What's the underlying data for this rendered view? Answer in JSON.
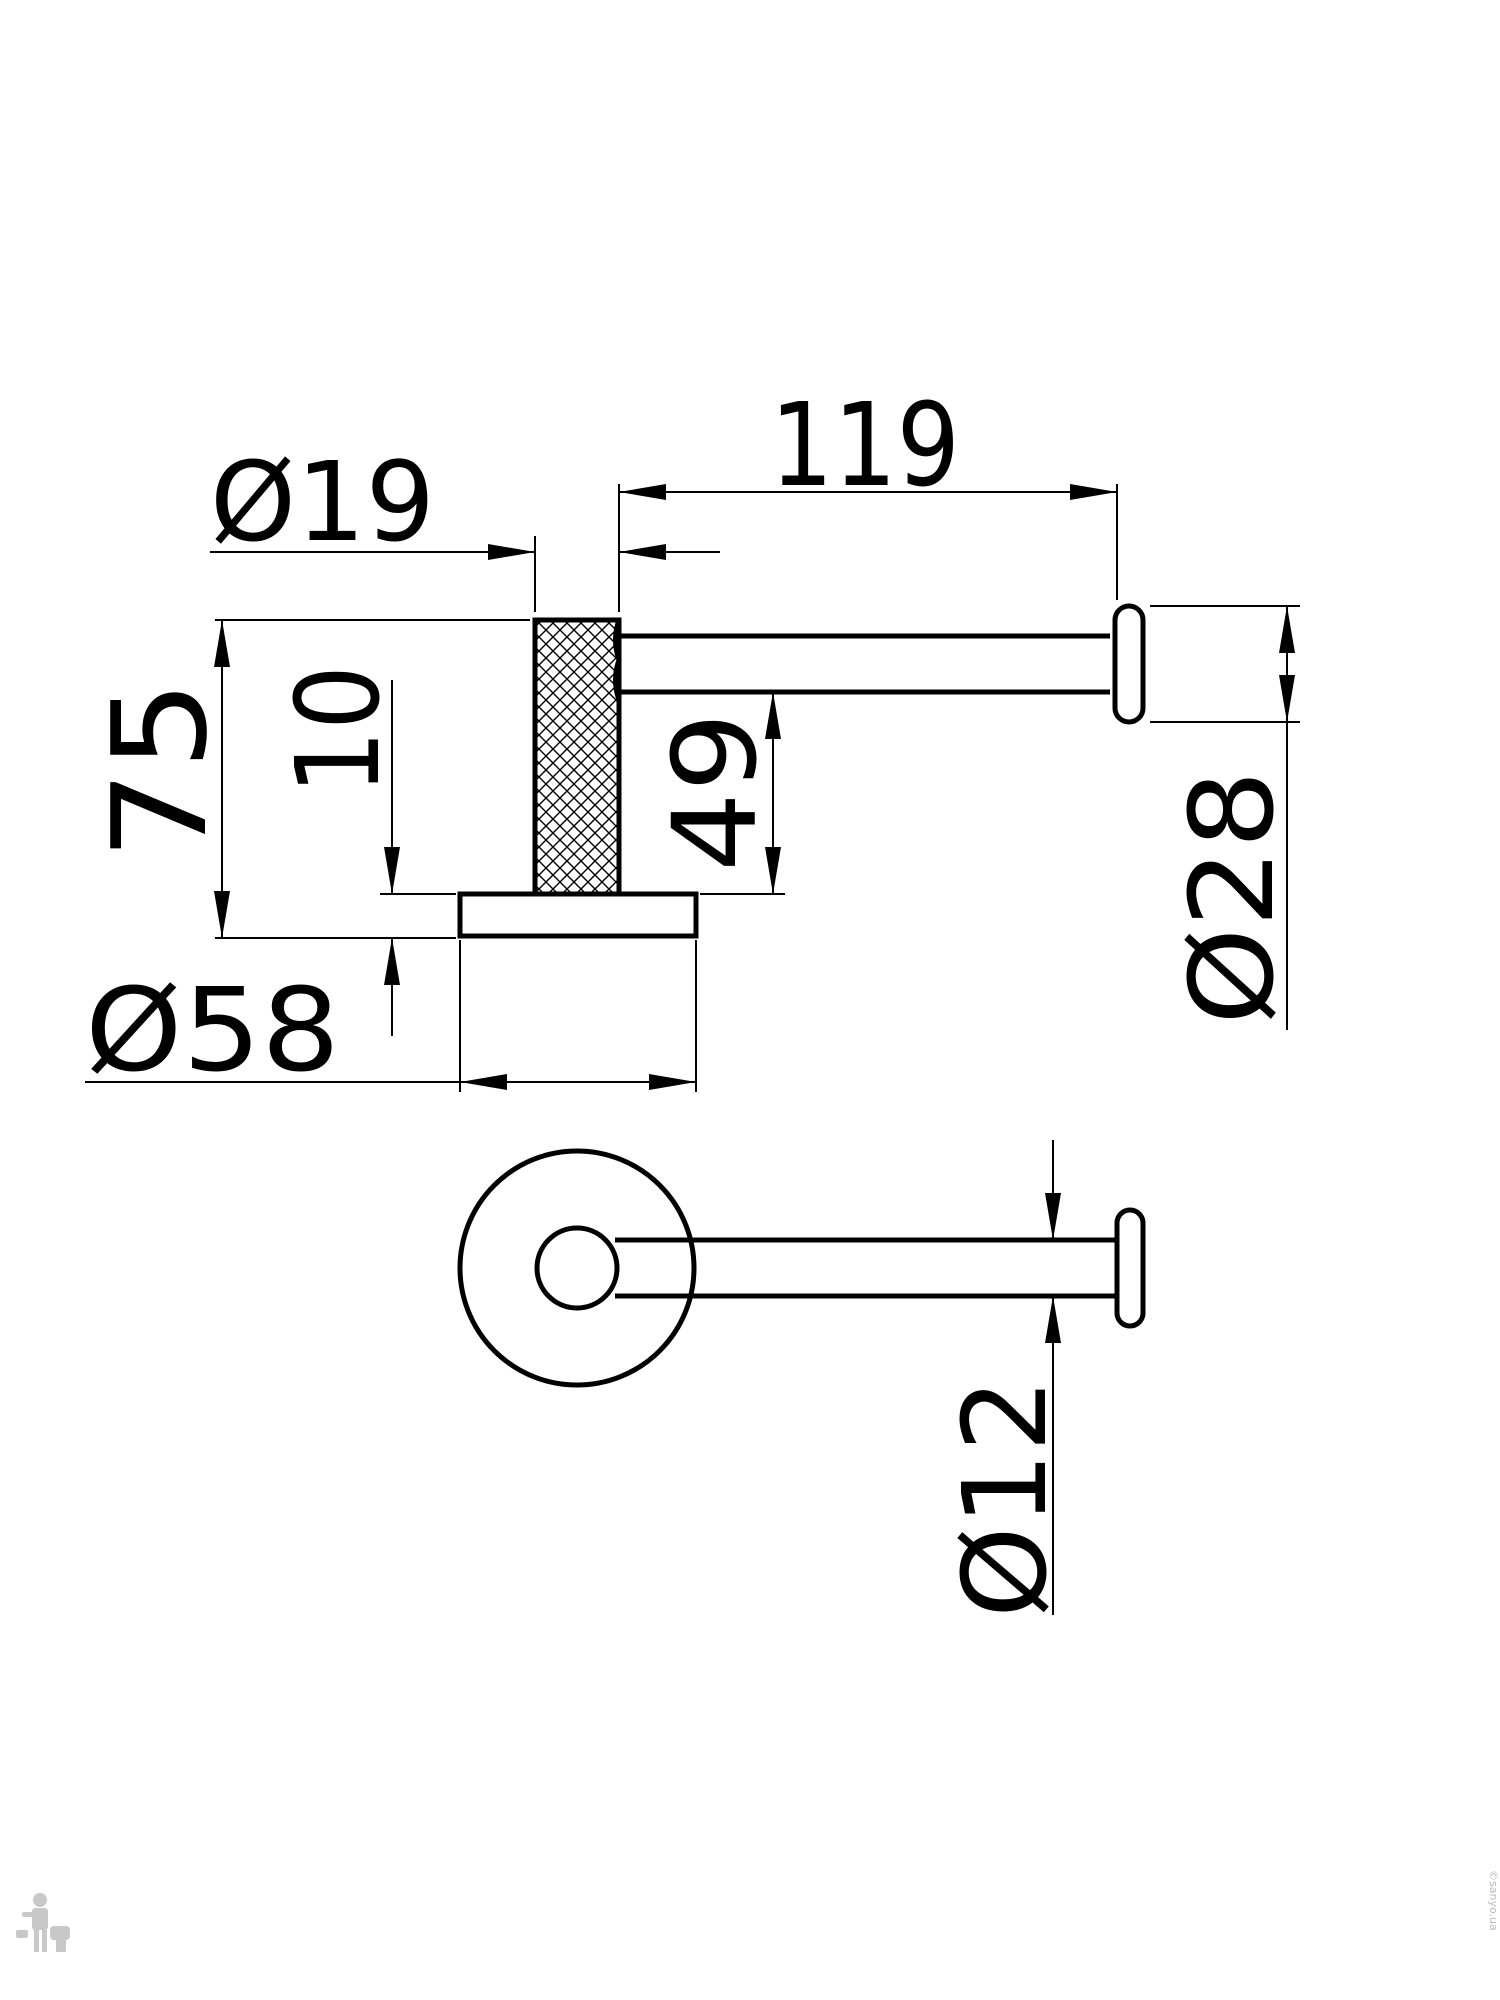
{
  "drawing": {
    "title": "",
    "dimensions": {
      "base_diameter": "Ø58",
      "post_diameter": "Ø19",
      "overall_height": "75",
      "base_thickness": "10",
      "arm_height": "49",
      "arm_length": "119",
      "end_cap_diameter": "Ø28",
      "arm_diameter": "Ø12"
    },
    "watermark_text": "©sanyo.ua"
  }
}
